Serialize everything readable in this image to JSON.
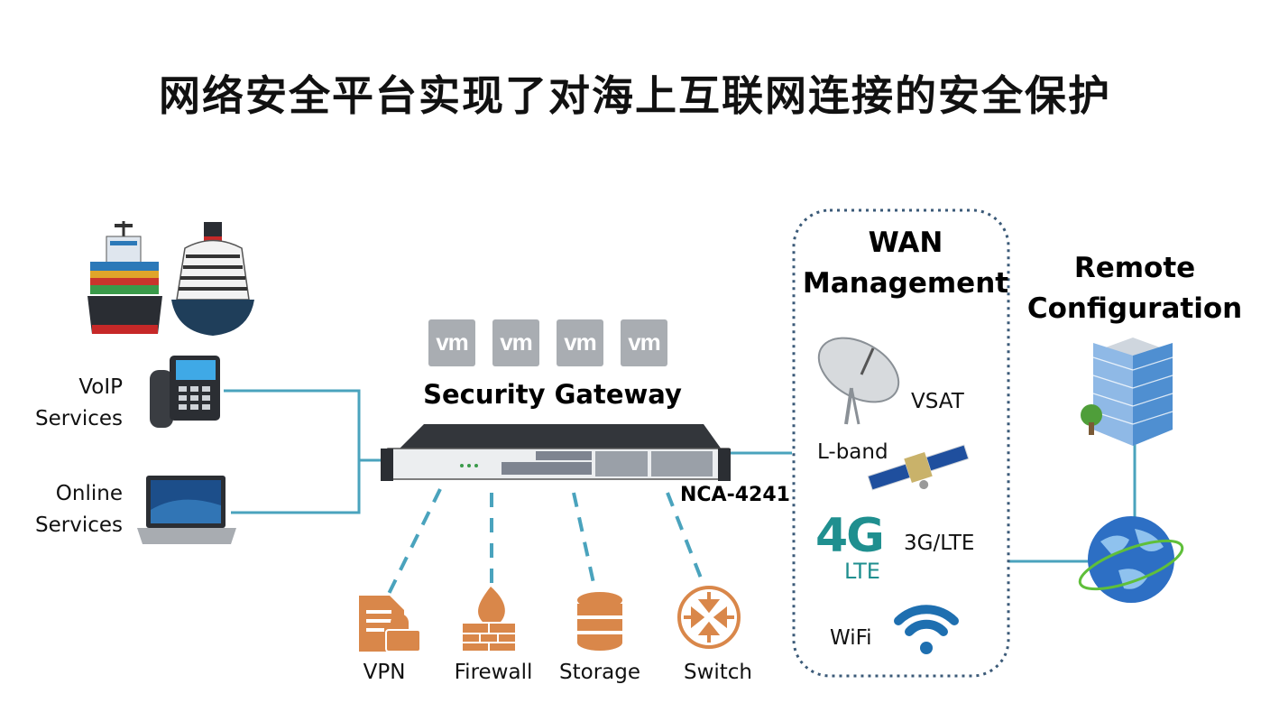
{
  "title": "网络安全平台实现了对海上互联网连接的安全保护",
  "left": {
    "voip_label": [
      "VoIP",
      "Services"
    ],
    "online_label": [
      "Online",
      "Services"
    ]
  },
  "gateway": {
    "vm_label": "vm",
    "title": "Security Gateway",
    "model": "NCA-4241"
  },
  "functions": [
    "VPN",
    "Firewall",
    "Storage",
    "Switch"
  ],
  "wan": {
    "heading": [
      "WAN",
      "Management"
    ],
    "items": {
      "vsat": "VSAT",
      "lband": "L-band",
      "lte_logo_big": "4G",
      "lte_logo_small": "LTE",
      "lte": "3G/LTE",
      "wifi": "WiFi"
    }
  },
  "remote": {
    "heading": [
      "Remote",
      "Configuration"
    ]
  },
  "colors": {
    "link_line": "#4aa3bd",
    "dashed_line": "#4aa3bd",
    "wan_border": "#3b5a78",
    "icon_orange": "#d9874a",
    "vm_tile": "#a9adb2",
    "lte_logo": "#1f8f8f"
  }
}
